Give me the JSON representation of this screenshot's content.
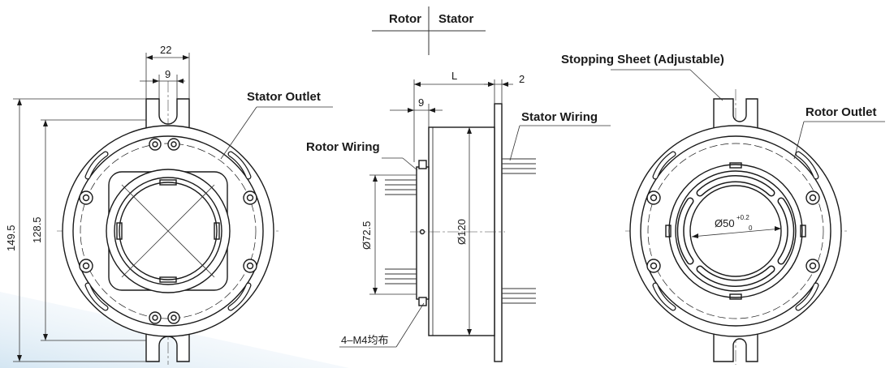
{
  "header": {
    "rotor": "Rotor",
    "stator": "Stator"
  },
  "labels": {
    "stator_outlet": "Stator Outlet",
    "rotor_wiring": "Rotor Wiring",
    "stator_wiring": "Stator Wiring",
    "stopping_sheet": "Stopping Sheet (Adjustable)",
    "rotor_outlet": "Rotor Outlet",
    "mount_holes": "4–M4均布"
  },
  "dimensions": {
    "tab_width": "22",
    "slot_width": "9",
    "overall_height": "149.5",
    "hole_pitch": "128.5",
    "length": "L",
    "flange_thickness": "2",
    "rotor_offset": "9",
    "rotor_diameter": "Ø72.5",
    "body_diameter": "Ø120",
    "bore_diameter": "Ø50",
    "bore_tol_upper": "+0.2",
    "bore_tol_lower": "0"
  }
}
